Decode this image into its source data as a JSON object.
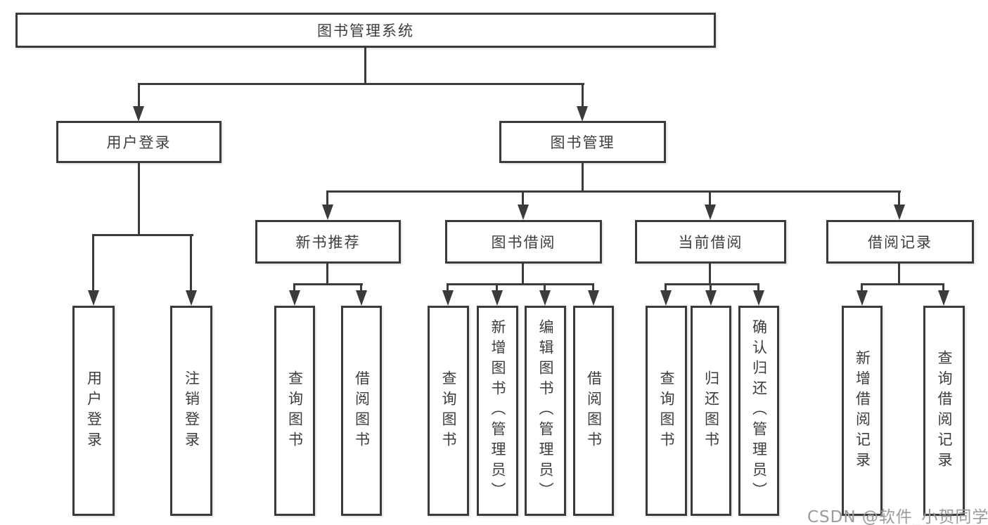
{
  "tree": {
    "root": {
      "label": "图书管理系统"
    },
    "branches": [
      {
        "label": "用户登录",
        "children": [
          {
            "label": "用户登录"
          },
          {
            "label": "注销登录"
          }
        ]
      },
      {
        "label": "图书管理",
        "children": [
          {
            "label": "新书推荐",
            "children": [
              {
                "label": "查询图书"
              },
              {
                "label": "借阅图书"
              }
            ]
          },
          {
            "label": "图书借阅",
            "children": [
              {
                "label": "查询图书"
              },
              {
                "label": "新增图书（管理员）"
              },
              {
                "label": "编辑图书（管理员）"
              },
              {
                "label": "借阅图书"
              }
            ]
          },
          {
            "label": "当前借阅",
            "children": [
              {
                "label": "查询图书"
              },
              {
                "label": "归还图书"
              },
              {
                "label": "确认归还（管理员）"
              }
            ]
          },
          {
            "label": "借阅记录",
            "children": [
              {
                "label": "新增借阅记录"
              },
              {
                "label": "查询借阅记录"
              }
            ]
          }
        ]
      }
    ]
  },
  "watermark": {
    "text": "CSDN @软件_小贺同学"
  },
  "colors": {
    "line": "#3b3b3b",
    "text": "#3d3d3d",
    "background": "#ffffff",
    "watermark": "#9a9a9a"
  }
}
